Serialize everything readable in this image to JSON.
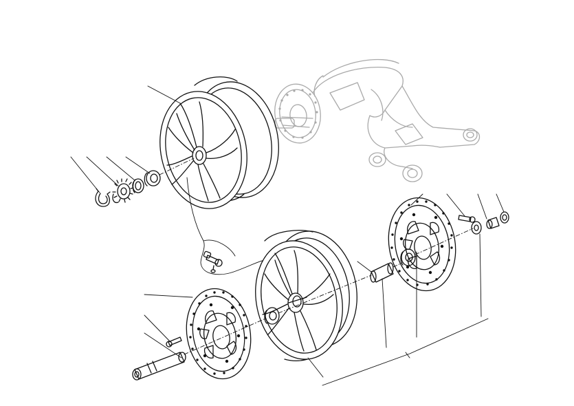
{
  "diagram": {
    "type": "exploded-parts-drawing",
    "subject": "wheels-and-brake-discs",
    "colors": {
      "line": "#111111",
      "ghost": "#a9a9a9",
      "background": "#ffffff"
    },
    "parts": [
      {
        "id": "rear-wheel"
      },
      {
        "id": "rear-circlip"
      },
      {
        "id": "rear-sprocket-nut"
      },
      {
        "id": "rear-spacer-ring"
      },
      {
        "id": "rear-bearing"
      },
      {
        "id": "tyre-valve"
      },
      {
        "id": "front-wheel"
      },
      {
        "id": "front-brake-disc-left"
      },
      {
        "id": "front-brake-disc-right"
      },
      {
        "id": "disc-bolt"
      },
      {
        "id": "front-wheel-axle"
      },
      {
        "id": "front-bearing"
      },
      {
        "id": "hub-spacer-tube"
      },
      {
        "id": "front-axle-spacer"
      },
      {
        "id": "front-axle-washer"
      },
      {
        "id": "swingarm-assembly-ghost"
      }
    ]
  }
}
